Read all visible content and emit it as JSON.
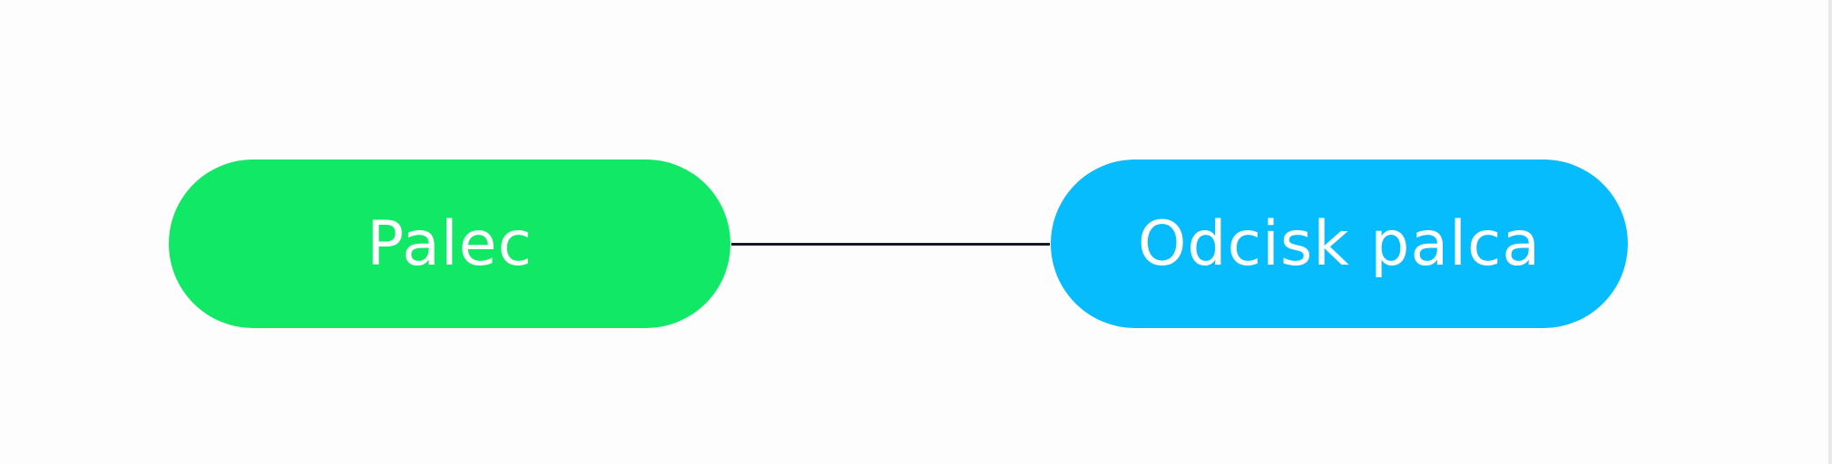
{
  "nodes": [
    {
      "label": "Palec",
      "color": "#11e865"
    },
    {
      "label": "Odcisk palca",
      "color": "#07bcfc"
    }
  ],
  "edges": [
    {
      "from": "Palec",
      "to": "Odcisk palca",
      "color": "#141a24"
    }
  ]
}
